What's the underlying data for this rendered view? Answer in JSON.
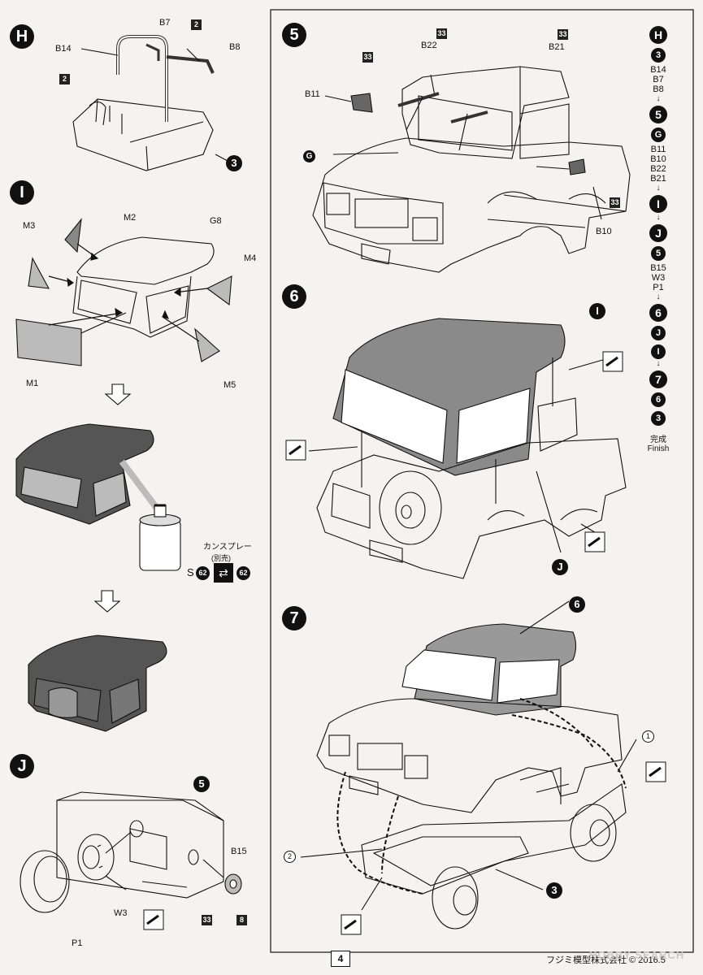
{
  "steps": {
    "H": {
      "badge": "H",
      "parts": [
        "B7",
        "B14",
        "B8"
      ],
      "paint_code": "2",
      "ref_step": "3"
    },
    "I": {
      "badge": "I",
      "parts": [
        "M2",
        "G8",
        "M3",
        "M4",
        "M1",
        "M5"
      ],
      "spray_label": "カンスプレー",
      "spray_note": "(別売)",
      "spray_prefix": "S",
      "spray_code_a": "62",
      "spray_code_b": "62"
    },
    "J": {
      "badge": "J",
      "parts": [
        "B15",
        "W3",
        "P1"
      ],
      "ref_step": "5",
      "paint_a": "33",
      "paint_b": "8"
    },
    "5": {
      "badge": "5",
      "parts": [
        "B22",
        "B21",
        "B11",
        "G",
        "B10"
      ],
      "paint_code": "33"
    },
    "6": {
      "badge": "6",
      "ref_step": "I",
      "ref_step_j": "J"
    },
    "7": {
      "badge": "7",
      "ref_step_top": "6",
      "ref_step_bottom": "3",
      "callout_1": "1",
      "callout_2": "2"
    }
  },
  "sequence": [
    "H",
    "3",
    "B14",
    "B7",
    "B8",
    "↓",
    "5",
    "G",
    "B11",
    "B10",
    "B22",
    "B21",
    "↓",
    "I",
    "↓",
    "J",
    "5",
    "B15",
    "W3",
    "P1",
    "↓",
    "6",
    "J",
    "I",
    "↓",
    "7",
    "6",
    "3"
  ],
  "finish_jp": "完成",
  "finish_en": "Finish",
  "page_number": "4",
  "footer_text": "フジミ模型株式会社 © 2016.5",
  "watermark": "HOBBY SEARCH"
}
